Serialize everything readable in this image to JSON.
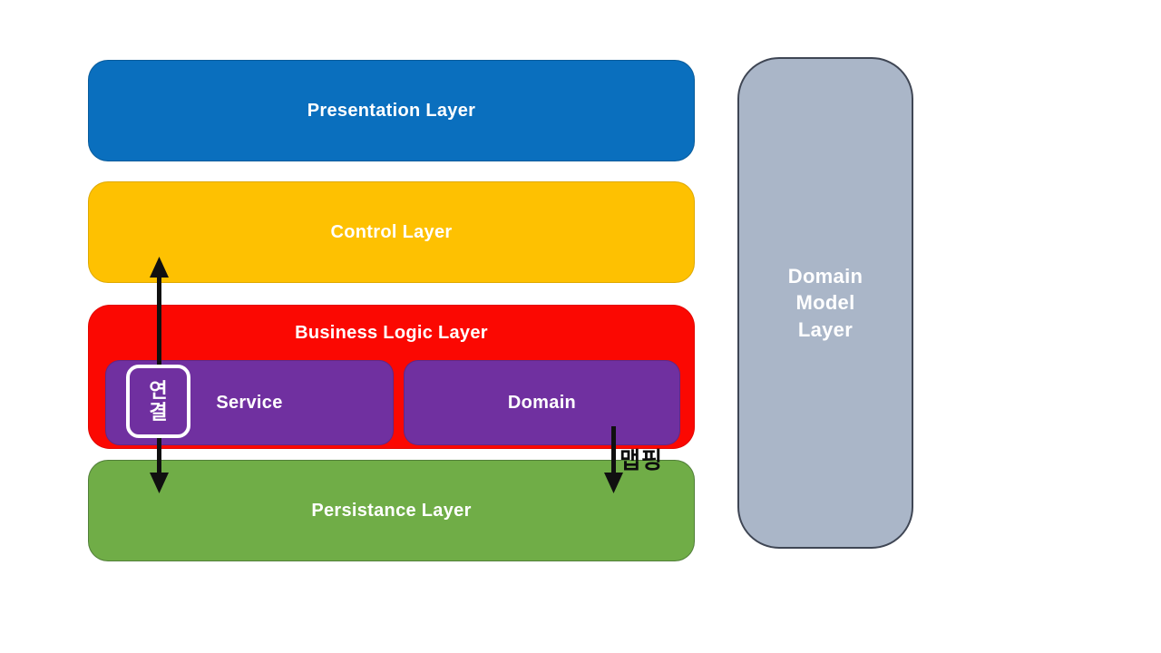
{
  "diagram": {
    "layers": {
      "presentation": {
        "label": "Presentation Layer",
        "color": "#0a6fbe"
      },
      "control": {
        "label": "Control Layer",
        "color": "#fec101"
      },
      "business": {
        "label": "Business Logic Layer",
        "color": "#fb0802",
        "service": {
          "label": "Service",
          "color": "#7030a0"
        },
        "domain": {
          "label": "Domain",
          "color": "#7030a0"
        }
      },
      "persistance": {
        "label": "Persistance Layer",
        "color": "#70ad47"
      },
      "domain_model": {
        "label": "Domain\nModel\nLayer",
        "color": "#aab6c8"
      }
    },
    "connectors": {
      "connection": {
        "label": "연\n결",
        "fill": "#7030a0"
      },
      "mapping": {
        "label": "맵핑"
      }
    },
    "arrow_color": "#101010"
  }
}
